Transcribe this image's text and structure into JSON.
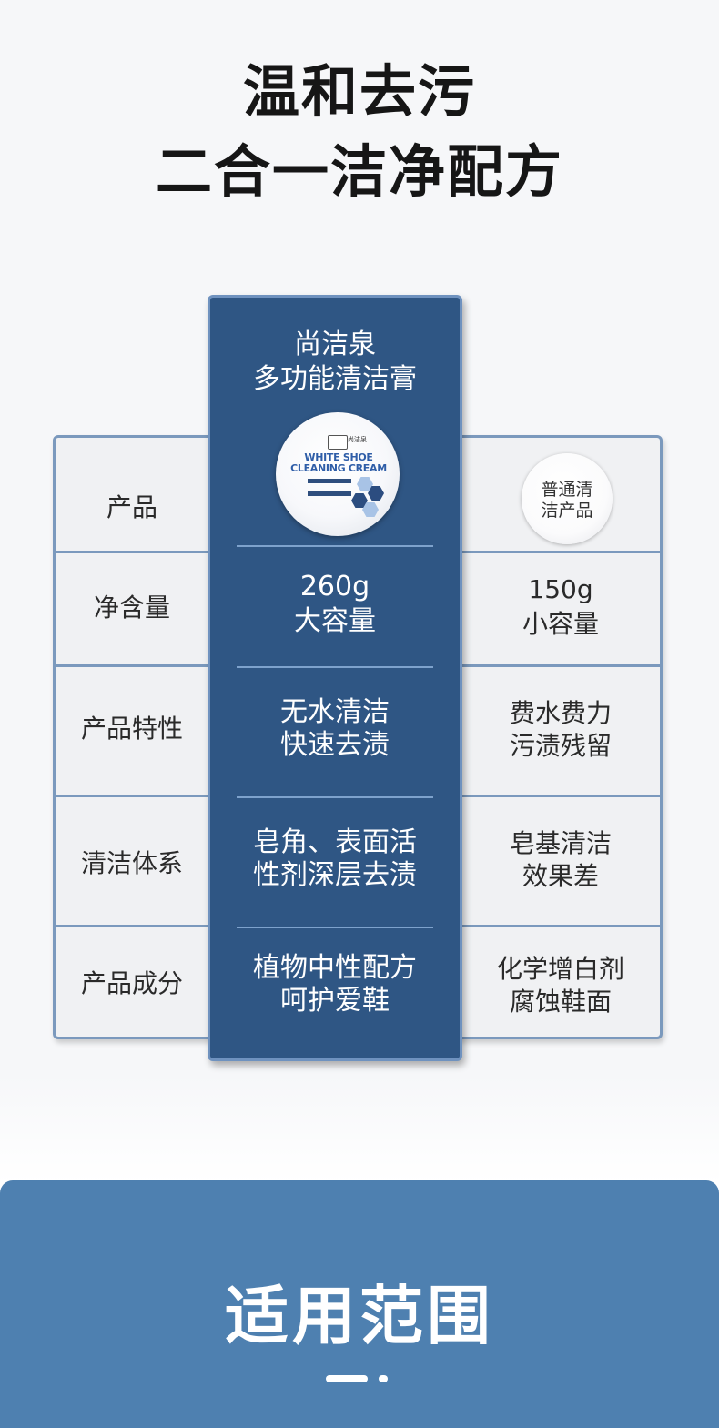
{
  "headline": {
    "line1": "温和去污",
    "line2": "二合一洁净配方"
  },
  "product": {
    "name_line1": "尚洁泉",
    "name_line2": "多功能清洁膏",
    "jar": {
      "brand": "尚洁泉",
      "title_line1": "WHITE SHOE",
      "title_line2": "CLEANING CREAM"
    }
  },
  "ordinary": {
    "circle_line1": "普通清",
    "circle_line2": "洁产品"
  },
  "rows": [
    {
      "label": "产品",
      "product": [
        "",
        ""
      ],
      "ordinary": [
        "",
        ""
      ]
    },
    {
      "label": "净含量",
      "product": [
        "260g",
        "大容量"
      ],
      "ordinary": [
        "150g",
        "小容量"
      ]
    },
    {
      "label": "产品特性",
      "product": [
        "无水清洁",
        "快速去渍"
      ],
      "ordinary": [
        "费水费力",
        "污渍残留"
      ]
    },
    {
      "label": "清洁体系",
      "product": [
        "皂角、表面活",
        "性剂深层去渍"
      ],
      "ordinary": [
        "皂基清洁",
        "效果差"
      ]
    },
    {
      "label": "产品成分",
      "product": [
        "植物中性配方",
        "呵护爱鞋"
      ],
      "ordinary": [
        "化学增白剂",
        "腐蚀鞋面"
      ]
    }
  ],
  "banner": {
    "title": "适用范围"
  },
  "colors": {
    "center_column": "#2f5684",
    "table_border": "#7b99bd",
    "banner": "#4e80b0"
  }
}
